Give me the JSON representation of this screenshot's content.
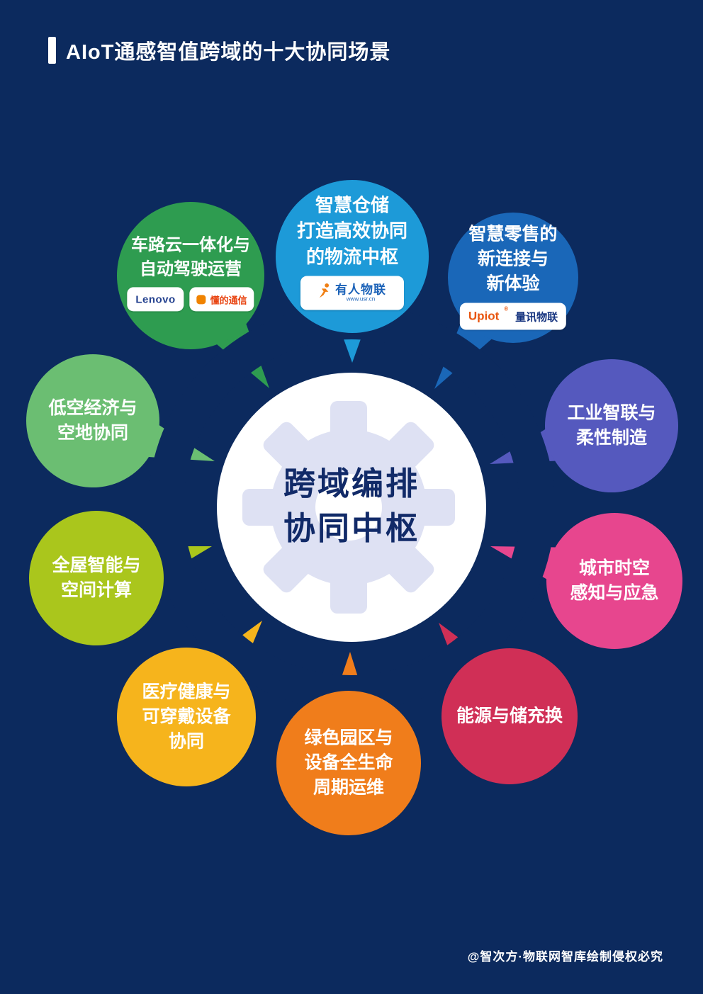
{
  "colors": {
    "background": "#0C2A5E",
    "ring": "#0C2A5E",
    "hub_fill": "#FFFFFF",
    "hub_text": "#112A68",
    "gear": "#DEE1F3"
  },
  "header": {
    "title": "AIoT通感智值跨域的十大协同场景"
  },
  "hub": {
    "line1": "跨域编排",
    "line2": "协同中枢"
  },
  "petals": [
    {
      "name": "smart-warehouse",
      "color": "#1D9AD8",
      "lines": [
        "智慧仓储",
        "打造高效协同",
        "的物流中枢"
      ],
      "logo": {
        "text": "有人物联",
        "sub": "www.usr.cn"
      }
    },
    {
      "name": "smart-retail",
      "color": "#1A67B8",
      "lines": [
        "智慧零售的",
        "新连接与",
        "新体验"
      ],
      "logo": {
        "brand": "Upiot",
        "reg": "®",
        "text": "量讯物联"
      }
    },
    {
      "name": "industrial-intelligence",
      "color": "#5559BE",
      "lines": [
        "工业智联与",
        "柔性制造"
      ]
    },
    {
      "name": "city-spacetime",
      "color": "#E7468E",
      "lines": [
        "城市时空",
        "感知与应急"
      ]
    },
    {
      "name": "energy-storage-swap",
      "color": "#D02F56",
      "lines": [
        "能源与储充换"
      ]
    },
    {
      "name": "green-park",
      "color": "#F07D1B",
      "lines": [
        "绿色园区与",
        "设备全生命",
        "周期运维"
      ]
    },
    {
      "name": "healthcare-wearables",
      "color": "#F6B41C",
      "lines": [
        "医疗健康与",
        "可穿戴设备",
        "协同"
      ]
    },
    {
      "name": "whole-home-smart",
      "color": "#AAC61C",
      "lines": [
        "全屋智能与",
        "空间计算"
      ]
    },
    {
      "name": "low-altitude-economy",
      "color": "#6BBE72",
      "lines": [
        "低空经济与",
        "空地协同"
      ]
    },
    {
      "name": "vehicle-road-cloud",
      "color": "#2E9C50",
      "lines": [
        "车路云一体化与",
        "自动驾驶运营"
      ],
      "logos": [
        {
          "brand": "Lenovo"
        },
        {
          "brand": "懂的通信"
        }
      ]
    }
  ],
  "footer": {
    "credit": "@智次方·物联网智库绘制侵权必究"
  }
}
